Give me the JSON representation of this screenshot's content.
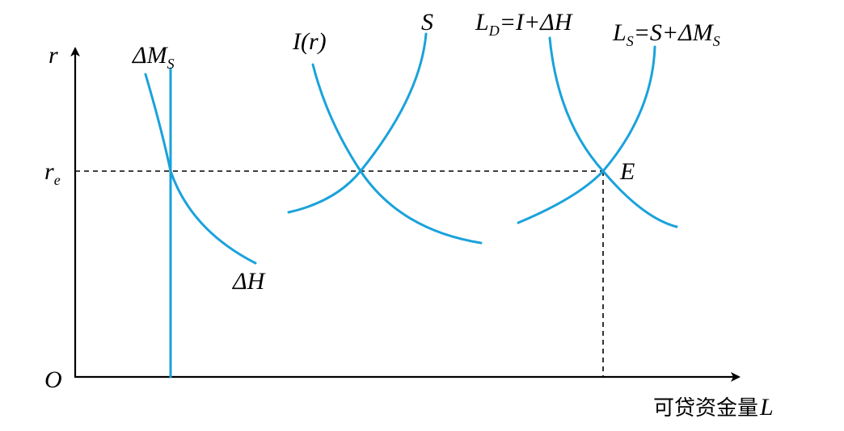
{
  "labels": {
    "origin": "O",
    "y_axis": "r",
    "x_axis_text": "可贷资金量",
    "x_axis_var": "L",
    "re_main": "r",
    "re_sub": "e",
    "eq_point": "E",
    "delta_h": "ΔH",
    "delta_ms_main": "ΔM",
    "delta_ms_sub": "S",
    "investment": "I(r)",
    "saving": "S",
    "ld_main": "L",
    "ld_sub": "D",
    "ld_rest": "=I+ΔH",
    "ls_main": "L",
    "ls_sub": "S",
    "ls_rest1": "=S+ΔM",
    "ls_rest2": "S"
  },
  "colors": {
    "curve": "#1aa2db",
    "axis": "#000000"
  },
  "chart_data": {
    "type": "line",
    "xlabel": "可贷资金量L",
    "ylabel": "r",
    "xlim": [
      0,
      100
    ],
    "ylim": [
      0,
      100
    ],
    "equilibrium": {
      "y": 67,
      "x": 85,
      "point_label": "E",
      "y_label": "re"
    },
    "series": [
      {
        "name": "ΔM_S",
        "kind": "vertical",
        "x": 15
      },
      {
        "name": "ΔH",
        "kind": "demand",
        "points": [
          [
            11,
            96
          ],
          [
            15,
            67
          ],
          [
            27,
            38
          ]
        ]
      },
      {
        "name": "I(r)",
        "kind": "demand",
        "points": [
          [
            37,
            100
          ],
          [
            44,
            67
          ],
          [
            62,
            45
          ]
        ]
      },
      {
        "name": "S",
        "kind": "supply",
        "points": [
          [
            33,
            55
          ],
          [
            44,
            67
          ],
          [
            54,
            118
          ]
        ]
      },
      {
        "name": "L_D=I+ΔH",
        "kind": "demand",
        "points": [
          [
            74,
            112
          ],
          [
            85,
            67
          ],
          [
            96,
            51
          ]
        ]
      },
      {
        "name": "L_S=S+ΔM_S",
        "kind": "supply",
        "points": [
          [
            68,
            50
          ],
          [
            85,
            67
          ],
          [
            92,
            114
          ]
        ]
      }
    ]
  }
}
